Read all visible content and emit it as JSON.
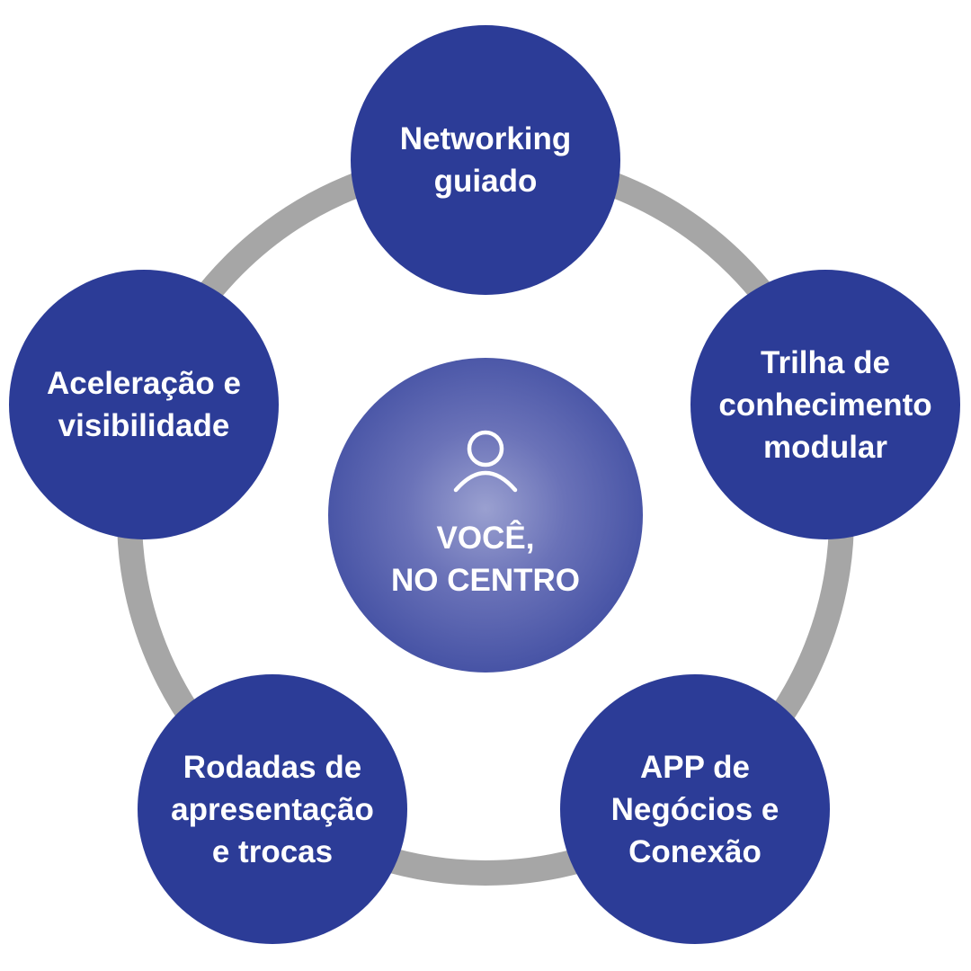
{
  "center": {
    "label": "VOCÊ,\nNO CENTRO",
    "icon": "user-icon"
  },
  "nodes": [
    {
      "label": "Networking\nguiado"
    },
    {
      "label": "Trilha de\nconhecimento\nmodular"
    },
    {
      "label": "APP de\nNegócios e\nConexão"
    },
    {
      "label": "Rodadas de\napresentação\ne trocas"
    },
    {
      "label": "Aceleração e\nvisibilidade"
    }
  ],
  "colors": {
    "node": "#2c3c97",
    "ring": "#a6a6a6",
    "text": "#ffffff"
  }
}
